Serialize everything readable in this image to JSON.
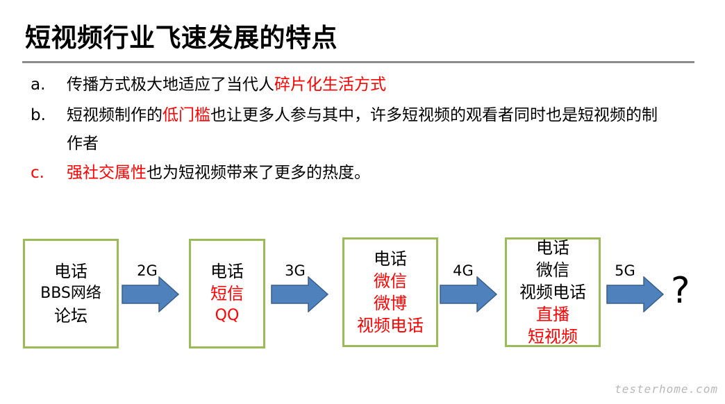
{
  "title": "短视频行业飞速发展的特点",
  "bullets": [
    {
      "marker": "a.",
      "parts": [
        "传播方式极大地适应了当代人",
        "碎片化生活方式"
      ]
    },
    {
      "marker": "b.",
      "parts": [
        "短视频制作的",
        "低门槛",
        "也让更多人参与其中，许多短视频的观看者同时也是短视频的制",
        "作者"
      ]
    },
    {
      "marker": "c.",
      "parts": [
        "强社交属性",
        "也为短视频带来了更多的热度。"
      ]
    }
  ],
  "boxes": [
    {
      "lines": [
        "电话",
        "BBS网络",
        "论坛"
      ]
    },
    {
      "lines": [
        "电话",
        "短信",
        "QQ"
      ]
    },
    {
      "lines": [
        "电话",
        "微信",
        "微博",
        "视频电话"
      ]
    },
    {
      "lines": [
        "电话",
        "微信",
        "视频电话",
        "直播",
        "短视频"
      ]
    }
  ],
  "generations": [
    "2G",
    "3G",
    "4G",
    "5G"
  ],
  "question": "?",
  "watermark": "testerhome.com",
  "colors": {
    "highlight": "#ff0000",
    "box_border": "#9bbb59",
    "arrow_fill": "#4f81bd",
    "arrow_stroke": "#385d8a"
  }
}
